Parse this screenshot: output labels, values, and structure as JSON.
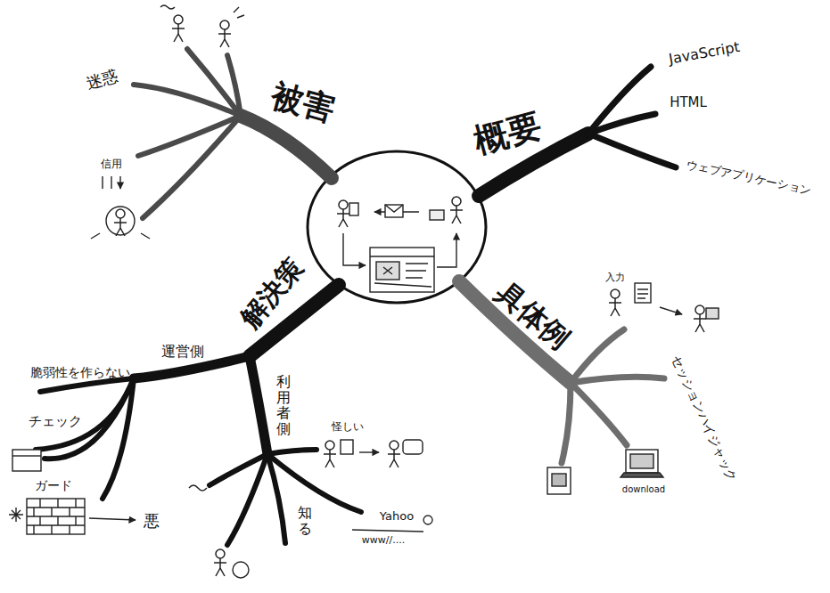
{
  "diagram": {
    "labels": [
      "JavaScript",
      "HTML",
      "ウェブアプリケーション",
      "概要",
      "被害",
      "迷惑",
      "信用",
      "具体例",
      "入力",
      "セッションハイジャック",
      "download",
      "解決策",
      "運営側",
      "利用者側",
      "脆弱性を作らない",
      "チェック",
      "ガード",
      "悪",
      "怪しい",
      "Yahoo",
      "www//....",
      "知る"
    ]
  }
}
